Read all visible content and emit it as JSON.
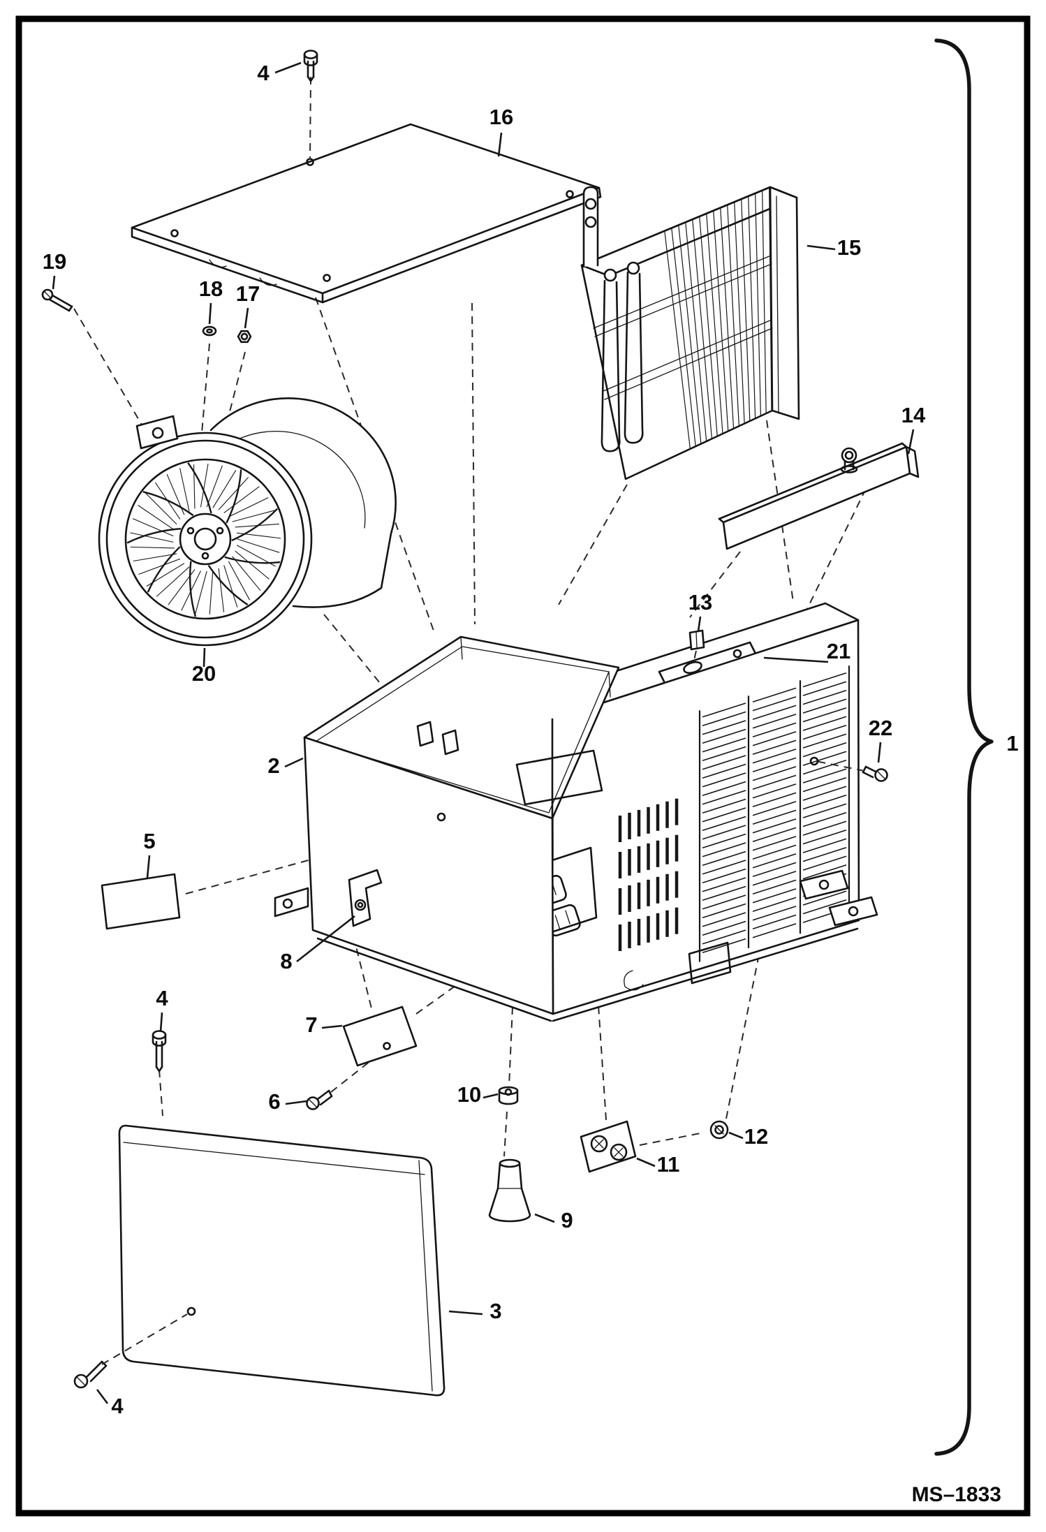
{
  "figure": {
    "drawing_code": "MS–1833",
    "ink_color": "#141414",
    "background_color": "#ffffff"
  },
  "callouts": {
    "assembly": "1",
    "housing": "2",
    "front_cover": "3",
    "screw_top": "4",
    "screw_left": "4",
    "screw_bottom": "4",
    "plate_5": "5",
    "screw_6": "6",
    "cover_plate_7": "7",
    "bracket_8": "8",
    "grommet_9": "9",
    "nut_10": "10",
    "switch_plate_11": "11",
    "knob_12": "12",
    "clip_13": "13",
    "bracket_14": "14",
    "evaporator_15": "15",
    "top_cover_16": "16",
    "nut_17": "17",
    "washer_18": "18",
    "screw_19": "19",
    "blower_20": "20",
    "strap_21": "21",
    "screw_22": "22"
  }
}
